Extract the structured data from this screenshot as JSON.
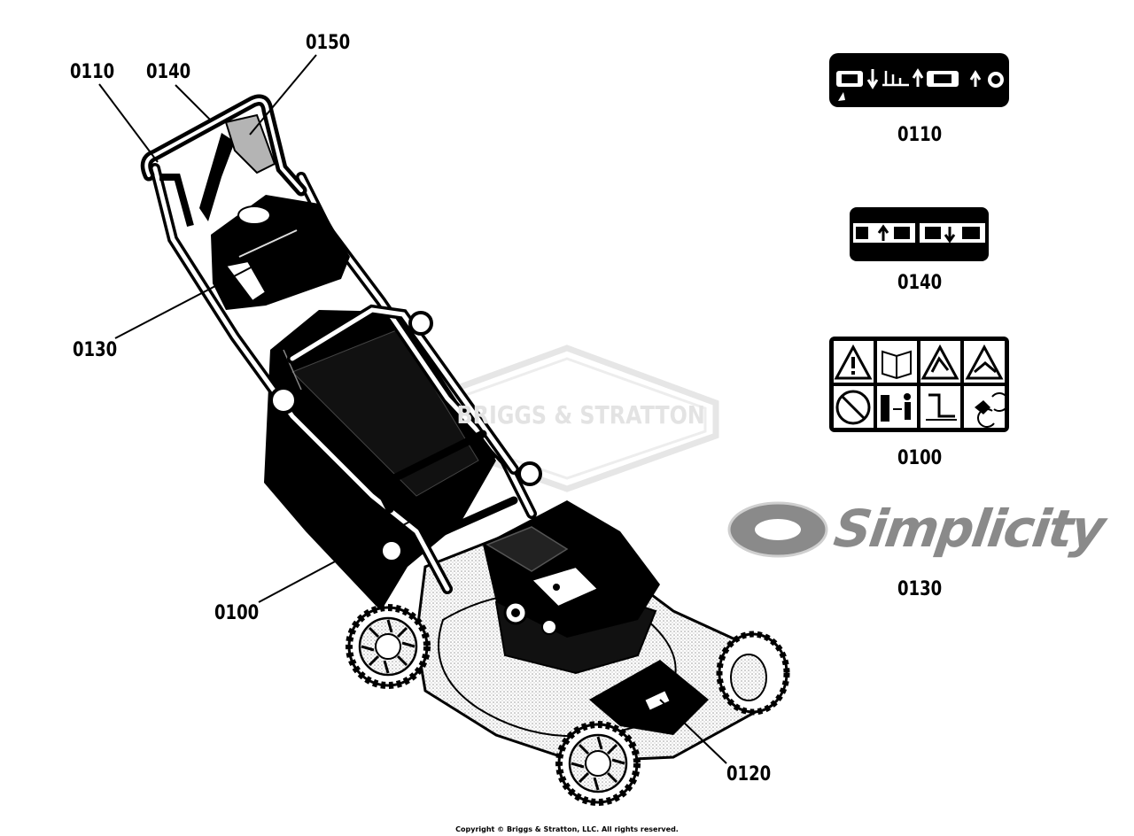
{
  "callouts": {
    "c0110": "0110",
    "c0140": "0140",
    "c0150": "0150",
    "c0130": "0130",
    "c0100": "0100",
    "c0120": "0120"
  },
  "decals": {
    "d0110": "0110",
    "d0140": "0140",
    "d0100": "0100",
    "d0130": "0130"
  },
  "brand_logo": "Simplicity",
  "watermark": "BRIGGS & STRATTON",
  "copyright": "Copyright © Briggs & Stratton, LLC. All rights reserved.",
  "colors": {
    "ink": "#000000",
    "paper": "#ffffff",
    "stipple": "#d4d4d4",
    "logo_gray": "#8a8a8a",
    "watermark": "#e6e6e6"
  },
  "icons": [
    "warning-triangle-icon",
    "read-manual-icon",
    "hand-blade-hazard-icon",
    "slope-hazard-icon",
    "no-hand-under-deck-icon",
    "keep-bystanders-away-icon",
    "remove-spark-plug-icon",
    "blade-rotation-icon",
    "choke-icon",
    "throttle-icon",
    "stop-icon"
  ]
}
